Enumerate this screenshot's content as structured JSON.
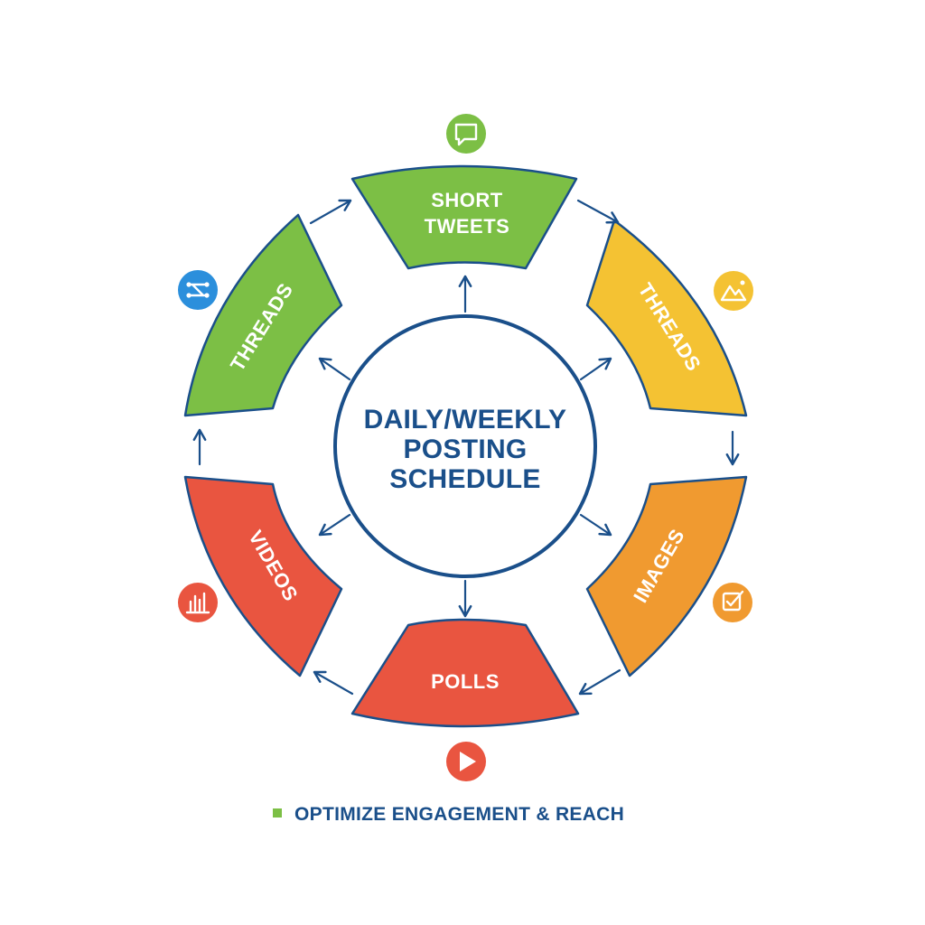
{
  "center": {
    "lines": [
      "DAILY/WEEKLY",
      "POSTING",
      "SCHEDULE"
    ]
  },
  "segments": {
    "short_tweets": {
      "line1": "SHORT",
      "line2": "TWEETS"
    },
    "threads_right": {
      "label": "THREADS"
    },
    "images": {
      "label": "IMAGES"
    },
    "polls": {
      "label": "POLLS"
    },
    "videos": {
      "label": "VIDEOS"
    },
    "threads_left": {
      "label": "THREADS"
    }
  },
  "footer": {
    "text": "OPTIMIZE ENGAGEMENT & REACH"
  },
  "icons": {
    "top": "chat-bubble-icon",
    "right_upper": "mountain-image-icon",
    "right_lower": "edit-checkbox-icon",
    "bottom": "play-icon",
    "left_lower": "bar-chart-icon",
    "left_upper": "connected-nodes-icon"
  },
  "colors": {
    "green": "#7cbf45",
    "yellow": "#f4c233",
    "orange": "#f09a30",
    "red": "#e95540",
    "navy": "#1a4f8a",
    "blue_icon": "#2b8fdc",
    "text_white": "#ffffff"
  }
}
